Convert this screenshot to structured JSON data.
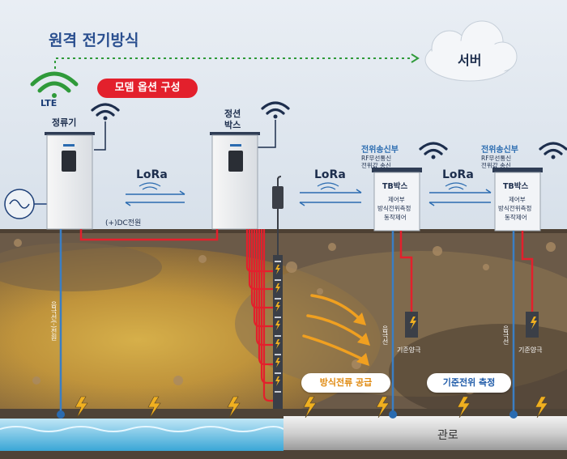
{
  "title": "원격 전기방식",
  "modem_badge": "모뎀 옵션 구성",
  "lte_label": "LTE",
  "server_label": "서버",
  "rectifier_label": "정류기",
  "junction_label_line1": "정션",
  "junction_label_line2": "박스",
  "lora_label": "LoRa",
  "dc_power_label": "(+)DC전원",
  "anode_wire_label": "음극선(-)전원",
  "tb_units": [
    {
      "header_line1": "전위송신부",
      "header_line2": "RF무선통신",
      "header_line3": "전위값 송신",
      "box_title": "TB박스",
      "box_line1": "제어부",
      "box_line2": "방식전위측정",
      "box_line3": "동작제어",
      "wire_label": "음극선",
      "ref_label": "기준양극"
    },
    {
      "header_line1": "전위송신부",
      "header_line2": "RF무선통신",
      "header_line3": "전위값 송신",
      "box_title": "TB박스",
      "box_line1": "제어부",
      "box_line2": "방식전위측정",
      "box_line3": "동작제어",
      "wire_label": "음극선",
      "ref_label": "기준양극"
    }
  ],
  "current_supply_label": "방식전류 공급",
  "reference_measure_label": "기준전위 측정",
  "pipe_label": "관로",
  "colors": {
    "accent_red": "#e3202c",
    "title_blue": "#2a4f8f",
    "current_orange": "#f0a020",
    "measure_blue": "#1e5aa8"
  }
}
